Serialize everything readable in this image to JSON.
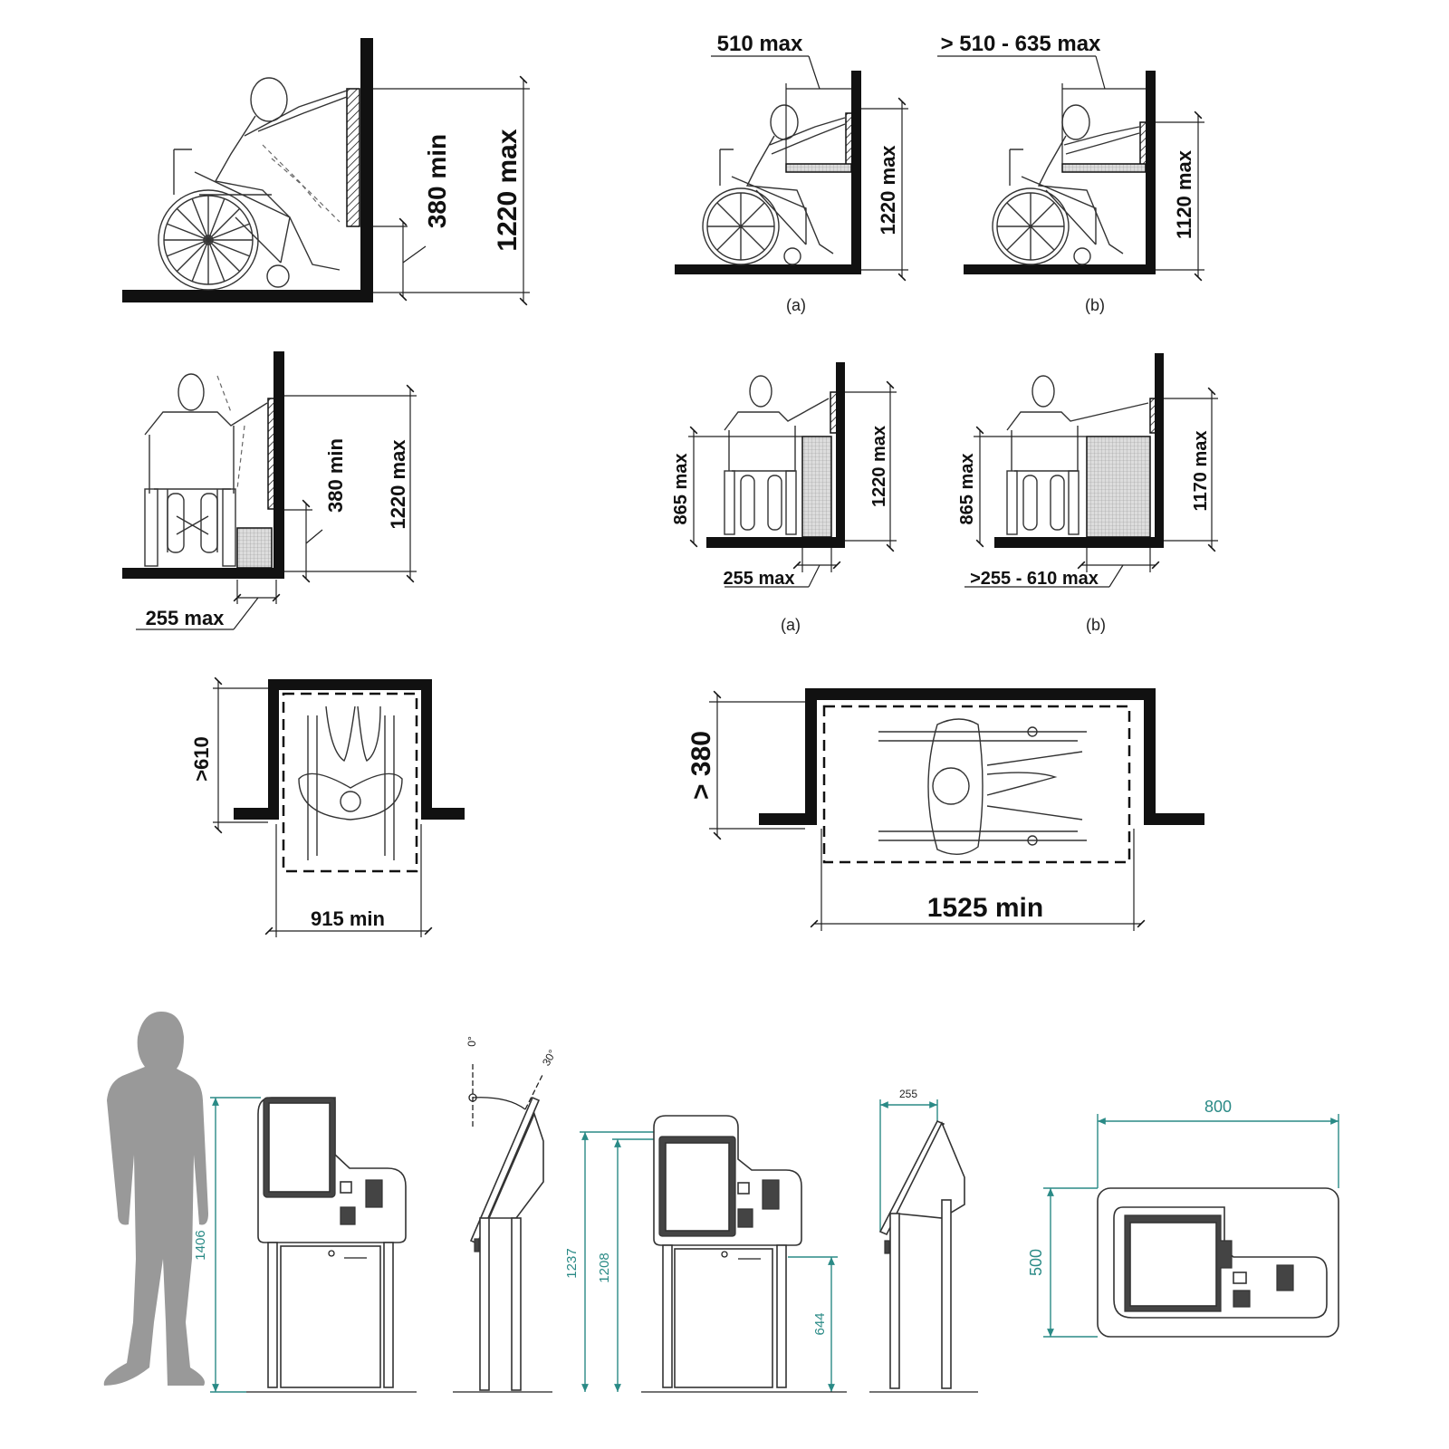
{
  "reach_side_unobstructed": {
    "low_min": "380 min",
    "high_max": "1220 max"
  },
  "reach_side_obstructed": {
    "depth_a": "510 max",
    "depth_b": "> 510 - 635 max",
    "height_a": "1220 max",
    "height_b": "1120 max",
    "caption_a": "(a)",
    "caption_b": "(b)"
  },
  "reach_forward_unobstructed": {
    "low_min": "380 min",
    "high_max": "1220 max",
    "obstruction_depth": "255 max"
  },
  "reach_forward_obstructed": {
    "obstruction_height_a": "865 max",
    "obstruction_height_b": "865 max",
    "height_a": "1220 max",
    "height_b": "1170 max",
    "depth_a": "255 max",
    "depth_b": ">255 - 610 max",
    "caption_a": "(a)",
    "caption_b": "(b)"
  },
  "alcove_forward": {
    "depth": ">610",
    "width": "915 min"
  },
  "alcove_parallel": {
    "depth": "> 380",
    "width": "1525 min"
  },
  "kiosk": {
    "overall_height": "1406",
    "tilt_start": "0°",
    "tilt_end": "30°",
    "front_height": "1237",
    "screen_top_height": "1208",
    "counter_height": "644",
    "screen_depth": "255",
    "plan_width": "800",
    "plan_depth": "500"
  }
}
